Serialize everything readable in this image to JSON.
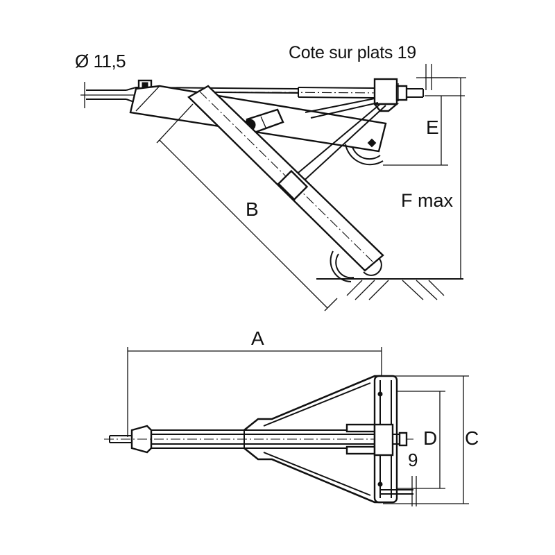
{
  "labels": {
    "diameter": "Ø 11,5",
    "cote_sur_plats": "Cote sur plats 19",
    "e": "E",
    "f_max": "F max",
    "b": "B",
    "a": "A",
    "d": "D",
    "c": "C",
    "nine": "9"
  }
}
